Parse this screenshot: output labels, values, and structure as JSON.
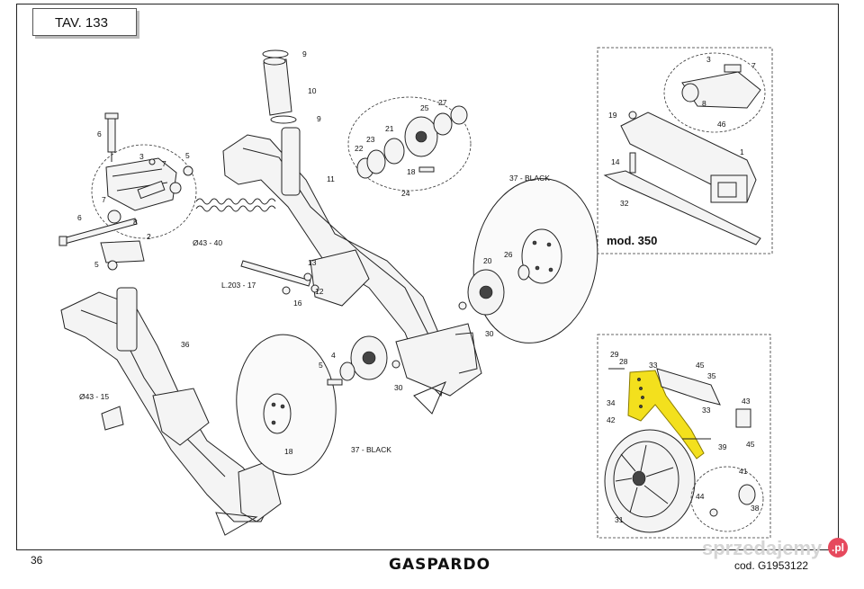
{
  "header": {
    "table_label": "TAV. 133"
  },
  "footer": {
    "page_number": "36",
    "brand": "GASPARDO",
    "code": "cod. G1953122"
  },
  "watermark": {
    "text": "sprzedajemy",
    "badge": ".pl"
  },
  "inset_model": {
    "label": "mod. 350"
  },
  "callouts": {
    "c1": "1",
    "c2": "2",
    "c3": "3",
    "c3b": "3",
    "c4": "4",
    "c5a": "5",
    "c5b": "5",
    "c5c": "5",
    "c6a": "6",
    "c6b": "6",
    "c7a": "7",
    "c7b": "7",
    "c7c": "7",
    "c8a": "8",
    "c8b": "8",
    "c9a": "9",
    "c9b": "9",
    "c10": "10",
    "c11": "11",
    "c12": "12",
    "c13": "13",
    "c14": "14",
    "c16": "16",
    "c18a": "18",
    "c18b": "18",
    "c19": "19",
    "c20": "20",
    "c21": "21",
    "c22": "22",
    "c23": "23",
    "c24": "24",
    "c25": "25",
    "c26": "26",
    "c27": "27",
    "c28": "28",
    "c29": "29",
    "c30a": "30",
    "c30b": "30",
    "c31": "31",
    "c32": "32",
    "c33a": "33",
    "c33b": "33",
    "c34": "34",
    "c35": "35",
    "c36": "36",
    "c38": "38",
    "c39": "39",
    "c41": "41",
    "c42": "42",
    "c43": "43",
    "c44": "44",
    "c45a": "45",
    "c45b": "45",
    "c46": "46",
    "disc_upper": "37 - BLACK",
    "disc_lower": "37 - BLACK",
    "spring": "Ø43 - 40",
    "rod": "L.203 - 17",
    "spacer": "Ø43 - 15"
  },
  "colors": {
    "highlight": "#f3e01d",
    "line": "#222222",
    "badge": "#e6495d"
  }
}
